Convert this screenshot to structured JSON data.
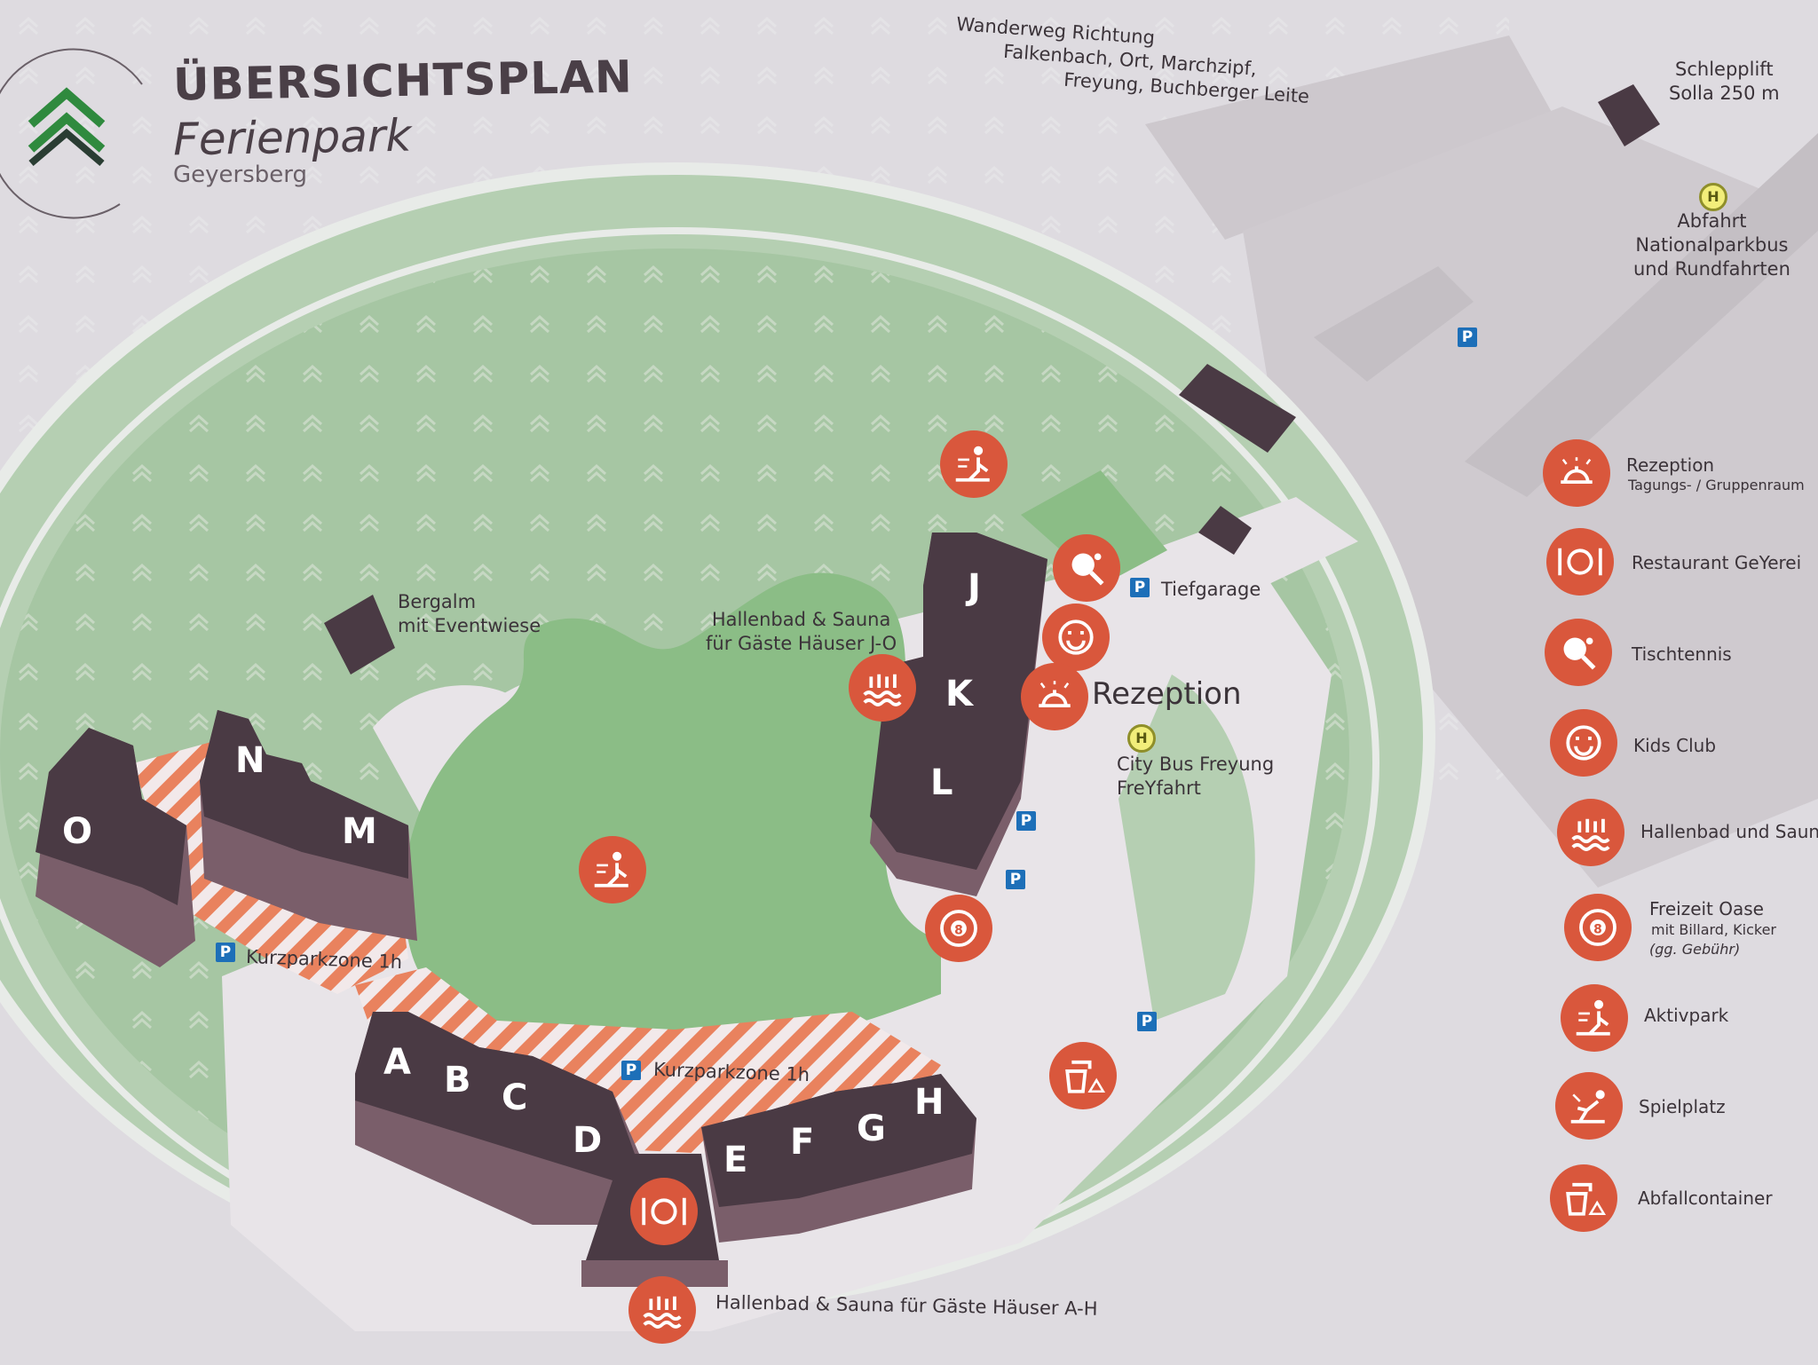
{
  "header": {
    "title": "ÜBERSICHTSPLAN",
    "subtitle": "Ferienpark",
    "location": "Geyersberg",
    "logo_icon": "tree-chevron-logo-icon"
  },
  "directions": {
    "hiking_trail": [
      "Wanderweg Richtung",
      "Falkenbach, Ort, Marchzipf,",
      "Freyung, Buchberger Leite"
    ],
    "ski_lift": [
      "Schlepplift",
      "Solla 250 m"
    ],
    "bus_departure": [
      "Abfahrt",
      "Nationalparkbus",
      "und Rundfahrten"
    ]
  },
  "places": {
    "bergalm": [
      "Bergalm",
      "mit Eventwiese"
    ],
    "pool_jo": [
      "Hallenbad & Sauna",
      "für Gäste Häuser J-O"
    ],
    "pool_ah": "Hallenbad & Sauna für Gäste Häuser A-H",
    "tiefgarage": "Tiefgarage",
    "rezeption": "Rezeption",
    "city_bus": [
      "City Bus Freyung",
      "FreYfahrt"
    ],
    "kurzparkzone_left": "Kurzparkzone 1h",
    "kurzparkzone_center": "Kurzparkzone 1h",
    "parking_symbol": "P",
    "bus_stop_symbol": "H"
  },
  "houses": [
    "A",
    "B",
    "C",
    "D",
    "E",
    "F",
    "G",
    "H",
    "J",
    "K",
    "L",
    "M",
    "N",
    "O"
  ],
  "legend": [
    {
      "icon": "reception-bell-icon",
      "label": "Rezeption",
      "sub": "Tagungs- / Gruppenraum"
    },
    {
      "icon": "restaurant-cutlery-icon",
      "label": "Restaurant GeYerei",
      "sub": ""
    },
    {
      "icon": "table-tennis-icon",
      "label": "Tischtennis",
      "sub": ""
    },
    {
      "icon": "kids-club-face-icon",
      "label": "Kids Club",
      "sub": ""
    },
    {
      "icon": "swimming-pool-sauna-icon",
      "label": "Hallenbad und Sauna",
      "sub": ""
    },
    {
      "icon": "billiard-ball-icon",
      "label": "Freizeit Oase",
      "sub": "mit Billard, Kicker",
      "sub2": "(gg. Gebühr)"
    },
    {
      "icon": "activity-park-icon",
      "label": "Aktivpark",
      "sub": ""
    },
    {
      "icon": "playground-icon",
      "label": "Spielplatz",
      "sub": ""
    },
    {
      "icon": "waste-container-icon",
      "label": "Abfallcontainer",
      "sub": ""
    }
  ],
  "colors": {
    "background": "#dcd8dd",
    "forest": "#a9c8a8",
    "meadow": "#8fbf8a",
    "road": "#c9c4c9",
    "house_roof": "#4a3a44",
    "house_wall": "#7a5e6a",
    "icon_circle": "#d9573c",
    "parking_zone": "#e9825e",
    "parking_sign": "#1d6fb8"
  }
}
